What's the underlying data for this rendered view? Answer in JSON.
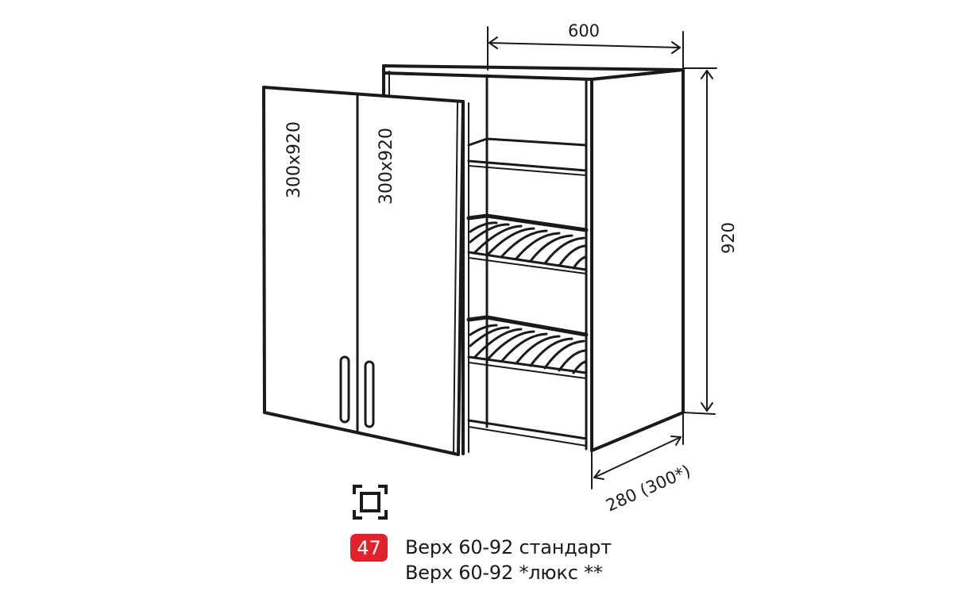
{
  "diagram": {
    "type": "kitchen wall cabinet technical drawing",
    "dimensions": {
      "width_label": "600",
      "height_label": "920",
      "depth_label": "280 (300*)"
    },
    "doors": [
      {
        "label": "300x920"
      },
      {
        "label": "300x920"
      }
    ],
    "interior": {
      "shelves": 1,
      "dish_racks": 2
    },
    "colors": {
      "line": "#1a1a1a",
      "badge": "#e3222b",
      "background": "#ffffff"
    }
  },
  "legend": {
    "icon": "corner-frame-icon",
    "badge_number": "47",
    "lines": [
      "Верх 60-92 стандарт",
      "Верх 60-92 *люкс **"
    ]
  }
}
